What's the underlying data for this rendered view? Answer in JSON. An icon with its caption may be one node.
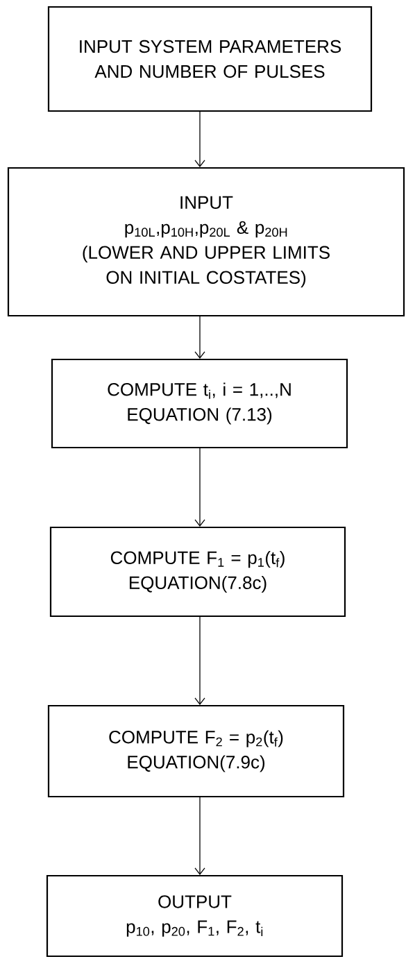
{
  "diagram": {
    "nodes": [
      {
        "text": [
          "INPUT SYSTEM PARAMETERS AND NUMBER OF PULSES"
        ]
      },
      {
        "text": [
          "INPUT",
          "p$_{10L}$,p$_{10H}$,p$_{20L}$ & p$_{20H}$",
          "(LOWER AND UPPER LIMITS ON INITIAL COSTATES)"
        ]
      },
      {
        "text": [
          "COMPUTE t$_{i}$, i = 1,..,N",
          "EQUATION (7.13)"
        ]
      },
      {
        "text": [
          "COMPUTE F$_{1}$ = p$_{1}$(t$_{f}$)",
          "EQUATION(7.8c)"
        ]
      },
      {
        "text": [
          "COMPUTE F$_{2}$ = p$_{2}$(t$_{f}$)",
          "EQUATION(7.9c)"
        ]
      },
      {
        "text": [
          "OUTPUT",
          "p$_{10}$, p$_{20}$, F$_{1}$, F$_{2}$, t$_{i}$"
        ]
      }
    ],
    "edges": [
      {
        "from": 0,
        "to": 1,
        "arrow": "to"
      },
      {
        "from": 1,
        "to": 2,
        "arrow": "to"
      },
      {
        "from": 2,
        "to": 3,
        "arrow": "to"
      },
      {
        "from": 3,
        "to": 4,
        "arrow": "to"
      },
      {
        "from": 4,
        "to": 5,
        "arrow": "to"
      }
    ]
  }
}
